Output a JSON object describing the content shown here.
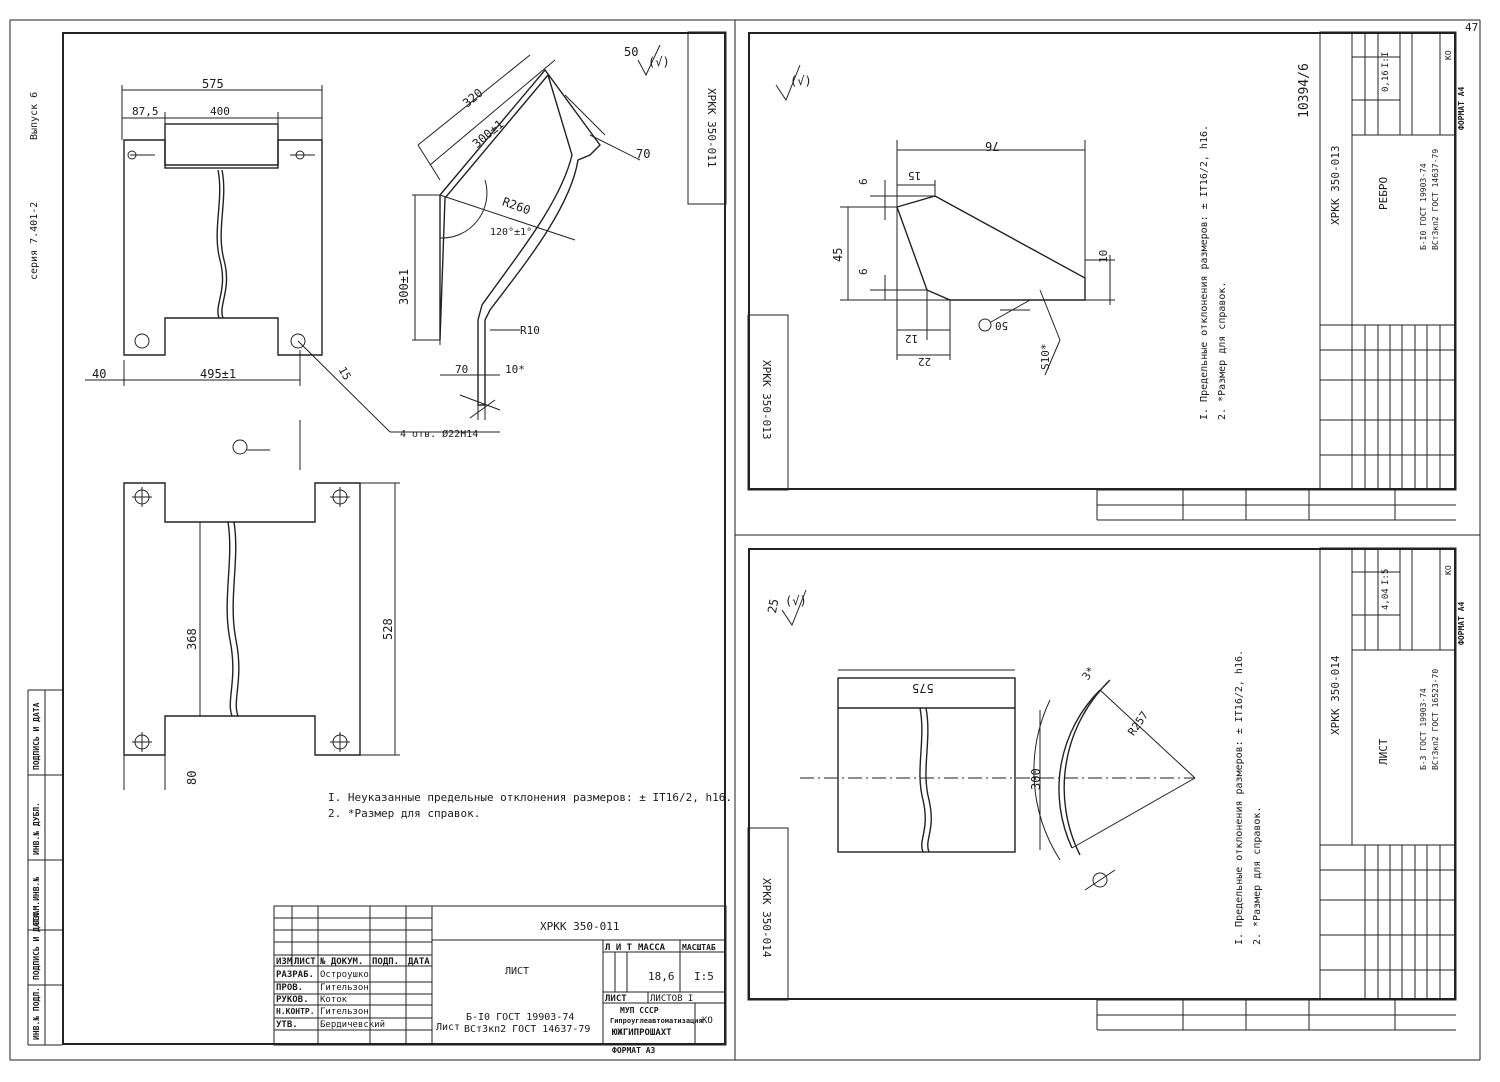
{
  "series_label": "серия 7.401-2",
  "issue_label": "Выпуск 6",
  "sheet_number": "47",
  "stamp_number": "10394/6",
  "left_sheet": {
    "designation": "ХРКК 350-011",
    "name": "ЛИСТ",
    "mass": "18,6",
    "scale": "I:5",
    "material_1": "Б-I0 ГОСТ 19903-74",
    "material_2": "ВСт3кп2 ГОСТ 14637-79",
    "material_prefix": "Лист",
    "sheets": "ЛИСТОВ I",
    "org_1": "МУП СССР",
    "org_2": "Гипроуглеавтоматизация",
    "org_3": "ЮЖГИПРОШАХТ",
    "format": "ФОРМАТ А3",
    "ko": "КО",
    "roughness": "50",
    "notes": [
      "I. Неуказанные предельные отклонения размеров: ± IT16/2, h16.",
      "2. *Размер для справок."
    ],
    "dims": {
      "d575": "575",
      "d87_5": "87,5",
      "d400": "400",
      "d40": "40",
      "d495": "495±1",
      "d320": "320",
      "d300a": "300±1",
      "d70a": "70",
      "r260": "R260",
      "ang": "120°±1°",
      "d300b": "300±1",
      "r10": "R10",
      "d70b": "70",
      "d10": "10*",
      "d15": "15",
      "holes": "4 отв. Ø22H14",
      "d368": "368",
      "d528": "528",
      "d80": "80"
    }
  },
  "title_headers": {
    "izm": "ИЗМ",
    "list": "ЛИСТ",
    "doc": "№ ДОКУМ.",
    "sign": "ПОДП.",
    "date": "ДАТА",
    "lit": "Л И Т",
    "mass": "МАССА",
    "scale": "МАСШТАБ",
    "list2": "ЛИСТ"
  },
  "signatures": [
    {
      "role": "РАЗРАБ.",
      "name": "Остроушко"
    },
    {
      "role": "ПРОВ.",
      "name": "Гительзон"
    },
    {
      "role": "РУКОВ.",
      "name": "Коток"
    },
    {
      "role": "Н.КОНТР.",
      "name": "Гительзон"
    },
    {
      "role": "УТВ.",
      "name": "Бердичевский"
    }
  ],
  "top_right_sheet": {
    "designation": "ХРКК 350-013",
    "name": "РЕБРО",
    "mass": "0,16",
    "scale": "I:I",
    "material_1": "Б-I0 ГОСТ 19903-74",
    "material_2": "ВСт3кп2 ГОСТ 14637-79",
    "format": "ФОРМАТ А4",
    "ko": "КО",
    "notes": [
      "I. Предельные отклонения размеров: ± IT16/2, h16.",
      "2. *Размер для справок."
    ],
    "dims": {
      "d76": "76",
      "d15": "15",
      "d6a": "6",
      "d45": "45",
      "d6b": "6",
      "d10": "10",
      "d12": "12",
      "d22": "22",
      "d50": "50",
      "s10": "S10*"
    }
  },
  "bottom_right_sheet": {
    "designation": "ХРКК 350-014",
    "name": "ЛИСТ",
    "mass": "4,04",
    "scale": "I:5",
    "material_1": "Б-3 ГОСТ 19903-74",
    "material_2": "ВСт3кп2 ГОСТ 16523-70",
    "format": "ФОРМАТ А4",
    "ko": "КО",
    "roughness": "25",
    "notes": [
      "I. Предельные отклонения размеров: ± IT16/2, h16.",
      "2. *Размер для справок."
    ],
    "dims": {
      "d575": "575",
      "d300": "300",
      "r257": "R257",
      "d3": "3*"
    }
  },
  "side_stamp": {
    "c1": "ИНВ.№ ПОДЛ.",
    "c2": "ПОДПИСЬ И ДАТА",
    "c3": "ВЗАМ.ИНВ.№",
    "c4": "ИНВ.№ ДУБЛ.",
    "c5": "ПОДПИСЬ И ДАТА"
  }
}
